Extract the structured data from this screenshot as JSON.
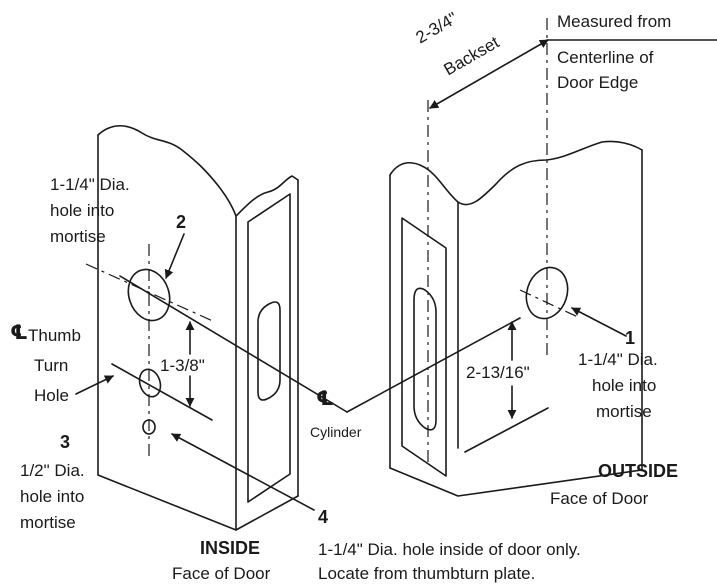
{
  "header": {
    "measured_from_1": "Measured from",
    "measured_from_2": "Centerline of",
    "measured_from_3": "Door Edge"
  },
  "backset": {
    "line1": "2-3/4\"",
    "line2": "Backset"
  },
  "inside_door": {
    "hole2_line1": "1-1/4\" Dia.",
    "hole2_line2": "hole into",
    "hole2_line3": "mortise",
    "hole2_number": "2",
    "centerline_symbol": "℄",
    "thumb_line1": "Thumb",
    "thumb_line2": "Turn",
    "thumb_line3": "Hole",
    "spacing": "1-3/8\"",
    "hole3_number": "3",
    "hole3_line1": "1/2\" Dia.",
    "hole3_line2": "hole into",
    "hole3_line3": "mortise",
    "hole4_number": "4",
    "title": "INSIDE",
    "subtitle": "Face of Door"
  },
  "center": {
    "centerline_symbol": "℄",
    "cylinder": "Cylinder"
  },
  "outside_door": {
    "hole1_number": "1",
    "hole1_line1": "1-1/4\" Dia.",
    "hole1_line2": "hole into",
    "hole1_line3": "mortise",
    "height": "2-13/16\"",
    "title": "OUTSIDE",
    "subtitle": "Face of Door"
  },
  "footer": {
    "note_line1": "1-1/4\" Dia. hole  inside of door only.",
    "note_line2": "Locate from thumbturn plate."
  }
}
